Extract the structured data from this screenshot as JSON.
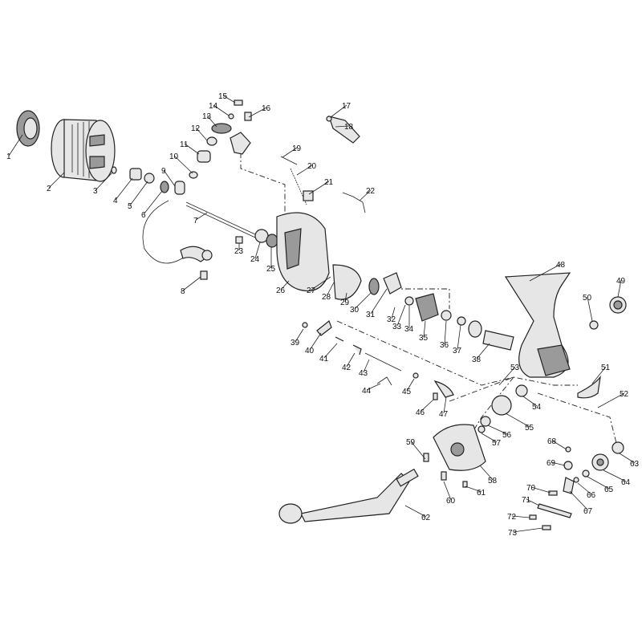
{
  "diagram": {
    "type": "exploded-parts-diagram",
    "part_labels": [
      "1",
      "2",
      "3",
      "4",
      "5",
      "6",
      "7",
      "8",
      "9",
      "10",
      "11",
      "12",
      "13",
      "14",
      "15",
      "16",
      "17",
      "18",
      "19",
      "20",
      "21",
      "22",
      "23",
      "24",
      "25",
      "26",
      "27",
      "28",
      "29",
      "30",
      "31",
      "32",
      "33",
      "34",
      "35",
      "36",
      "37",
      "38",
      "39",
      "40",
      "41",
      "42",
      "43",
      "44",
      "45",
      "46",
      "47",
      "48",
      "49",
      "50",
      "51",
      "52",
      "53",
      "54",
      "55",
      "56",
      "57",
      "58",
      "59",
      "60",
      "61",
      "62",
      "63",
      "64",
      "65",
      "66",
      "67",
      "68",
      "69",
      "70",
      "71",
      "72",
      "73"
    ]
  }
}
